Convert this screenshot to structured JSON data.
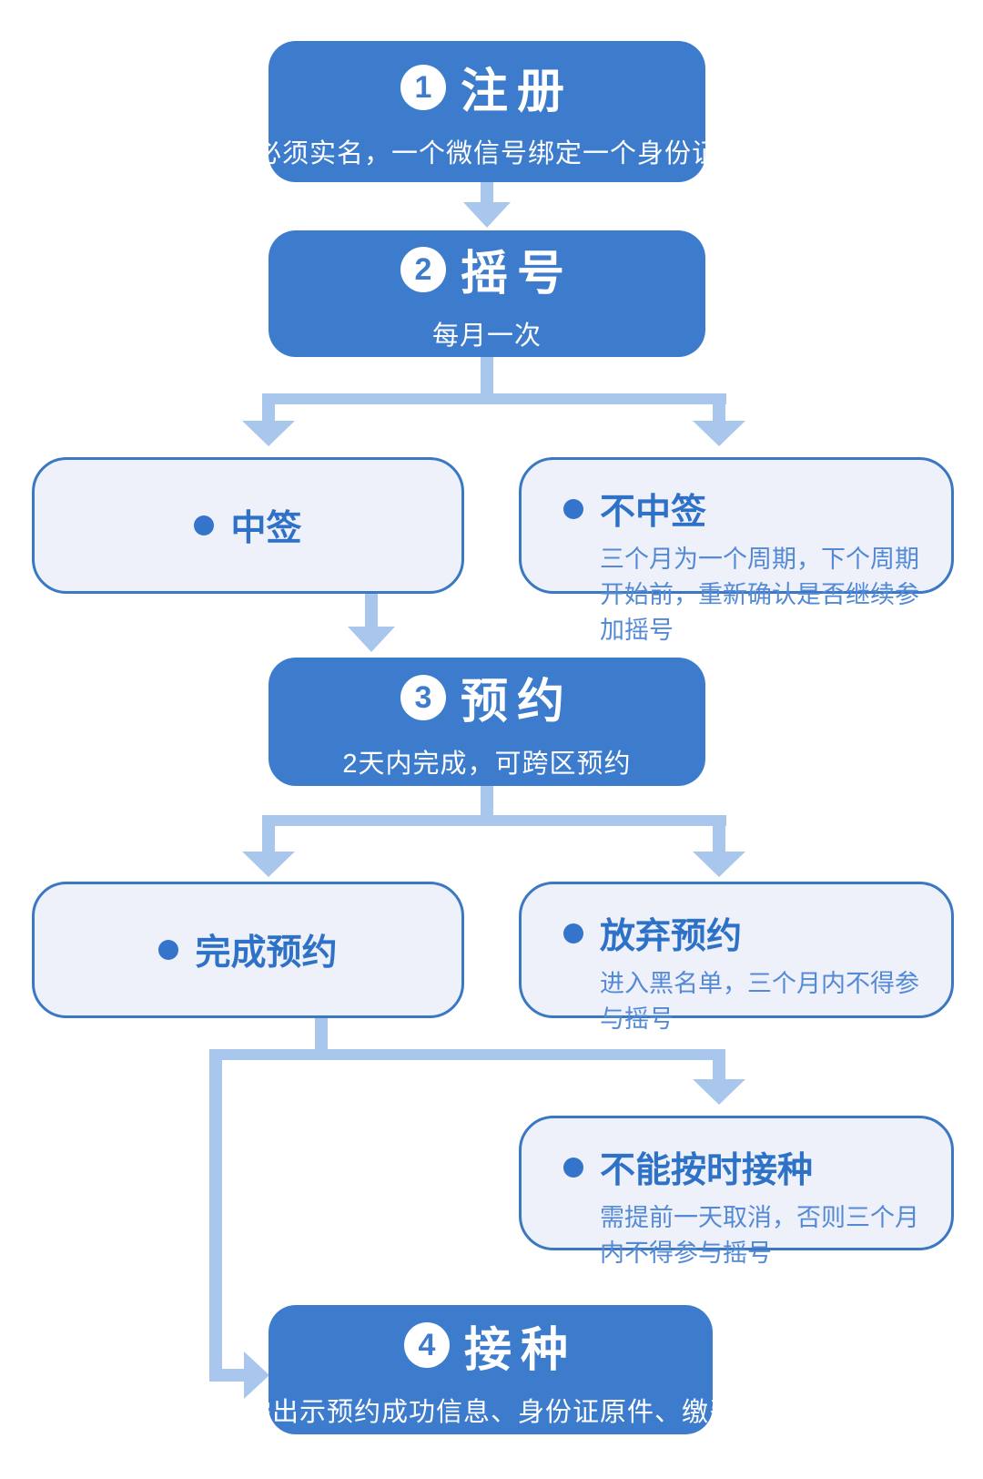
{
  "colors": {
    "primary_blue": "#3d7ccd",
    "light_box_fill": "#eef0fa",
    "light_box_border": "#3a78c2",
    "connector": "#a9c7ec",
    "outcome_title_text": "#2e72c8",
    "outcome_body_text": "#548ad5",
    "step_text": "#ffffff"
  },
  "flow": {
    "steps": [
      {
        "number": "1",
        "title": "注册",
        "subtitle": "必须实名，一个微信号绑定一个身份证"
      },
      {
        "number": "2",
        "title": "摇号",
        "subtitle": "每月一次"
      },
      {
        "number": "3",
        "title": "预约",
        "subtitle": "2天内完成，可跨区预约"
      },
      {
        "number": "4",
        "title": "接种",
        "subtitle": "需出示预约成功信息、身份证原件、缴费"
      }
    ],
    "outcomes": [
      {
        "title": "中签",
        "detail": ""
      },
      {
        "title": "不中签",
        "detail": "三个月为一个周期，下个周期开始前，重新确认是否继续参加摇号"
      },
      {
        "title": "完成预约",
        "detail": ""
      },
      {
        "title": "放弃预约",
        "detail": "进入黑名单，三个月内不得参与摇号"
      },
      {
        "title": "不能按时接种",
        "detail": "需提前一天取消，否则三个月内不得参与摇号"
      }
    ]
  }
}
